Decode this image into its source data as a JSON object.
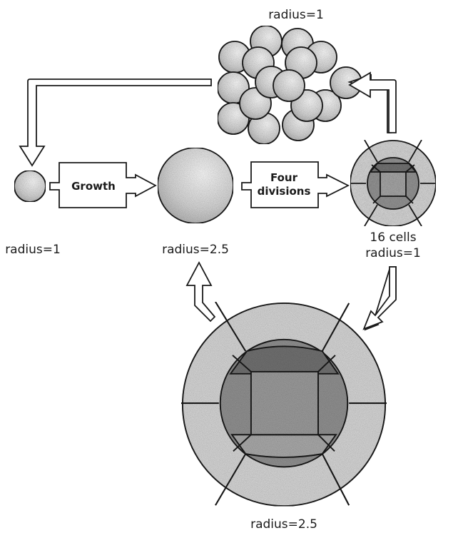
{
  "title": "Cell growth and division cycle",
  "labels": {
    "cluster_top": "radius=1",
    "small_cell": "radius=1",
    "large_cell": "radius=2.5",
    "embryo_small_line1": "16 cells",
    "embryo_small_line2": "radius=1",
    "embryo_large": "radius=2.5"
  },
  "process_boxes": {
    "growth": "Growth",
    "divisions_line1": "Four",
    "divisions_line2": "divisions"
  },
  "colors": {
    "outline": "#1a1a1a",
    "cell_fill": "#d6d6d6",
    "outer_cell_fill": "#cfcfcf",
    "inner_ring_fill": "#8f8f8f",
    "inner_top_fill": "#6f6f6f",
    "center_fill": "#9a9a9a",
    "background": "#ffffff"
  }
}
